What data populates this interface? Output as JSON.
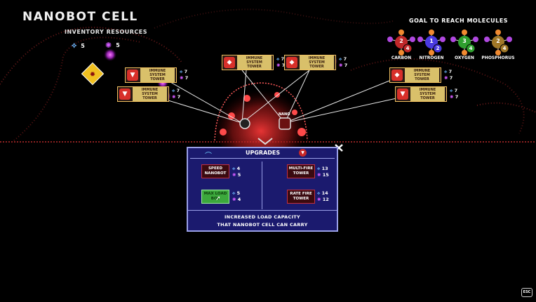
{
  "header": {
    "title": "NANOBOT CELL",
    "inventory_label": "INVENTORY RESOURCES",
    "resources": [
      {
        "icon": "blue-crystal-icon",
        "count": "5"
      },
      {
        "icon": "purple-spore-icon",
        "count": "5"
      }
    ]
  },
  "goal": {
    "title": "GOAL TO REACH MOLECULES",
    "molecules": [
      {
        "name": "CARBON",
        "center": "2",
        "side": "4",
        "color": "#c0282a"
      },
      {
        "name": "NITROGEN",
        "center": "1",
        "side": "2",
        "color": "#4a3ae0"
      },
      {
        "name": "OXYGEN",
        "center": "3",
        "side": "4",
        "color": "#2fa02f"
      },
      {
        "name": "PHOSPHORUS",
        "center": "2",
        "side": "4",
        "color": "#a07828"
      }
    ]
  },
  "towers": [
    {
      "label": "IMMUNE SYSTEM TOWER",
      "blue": "7",
      "purple": "7",
      "glyph": "▼"
    },
    {
      "label": "IMMUNE SYSTEM TOWER",
      "blue": "7",
      "purple": "7",
      "glyph": "▼"
    },
    {
      "label": "IMMUNE SYSTEM TOWER",
      "blue": "7",
      "purple": "7",
      "glyph": "◆"
    },
    {
      "label": "IMMUNE SYSTEM TOWER",
      "blue": "7",
      "purple": "7",
      "glyph": "◆"
    },
    {
      "label": "IMMUNE SYSTEM TOWER",
      "blue": "7",
      "purple": "7",
      "glyph": "◆"
    },
    {
      "label": "IMMUNE SYSTEM TOWER",
      "blue": "7",
      "purple": "7",
      "glyph": "▼"
    }
  ],
  "cell_label": "NANO",
  "upgrades": {
    "title": "UPGRADES",
    "items": [
      {
        "label1": "SPEED",
        "label2": "NANOBOT",
        "blue": "4",
        "purple": "5"
      },
      {
        "label1": "MULTI-FIRE",
        "label2": "TOWER",
        "blue": "13",
        "purple": "15"
      },
      {
        "label1": "MAX LOAD",
        "label2": "BOT",
        "blue": "5",
        "purple": "4"
      },
      {
        "label1": "RATE FIRE",
        "label2": "TOWER",
        "blue": "14",
        "purple": "12"
      }
    ],
    "description_line1": "INCREASED LOAD CAPACITY",
    "description_line2": "THAT NANOBOT CELL CAN CARRY"
  },
  "esc_label": "ESC",
  "colors": {
    "accent_red": "#e03030",
    "panel_blue": "#1b1a6e",
    "blue_resource": "#6fb8ff",
    "purple_resource": "#d25bff"
  }
}
